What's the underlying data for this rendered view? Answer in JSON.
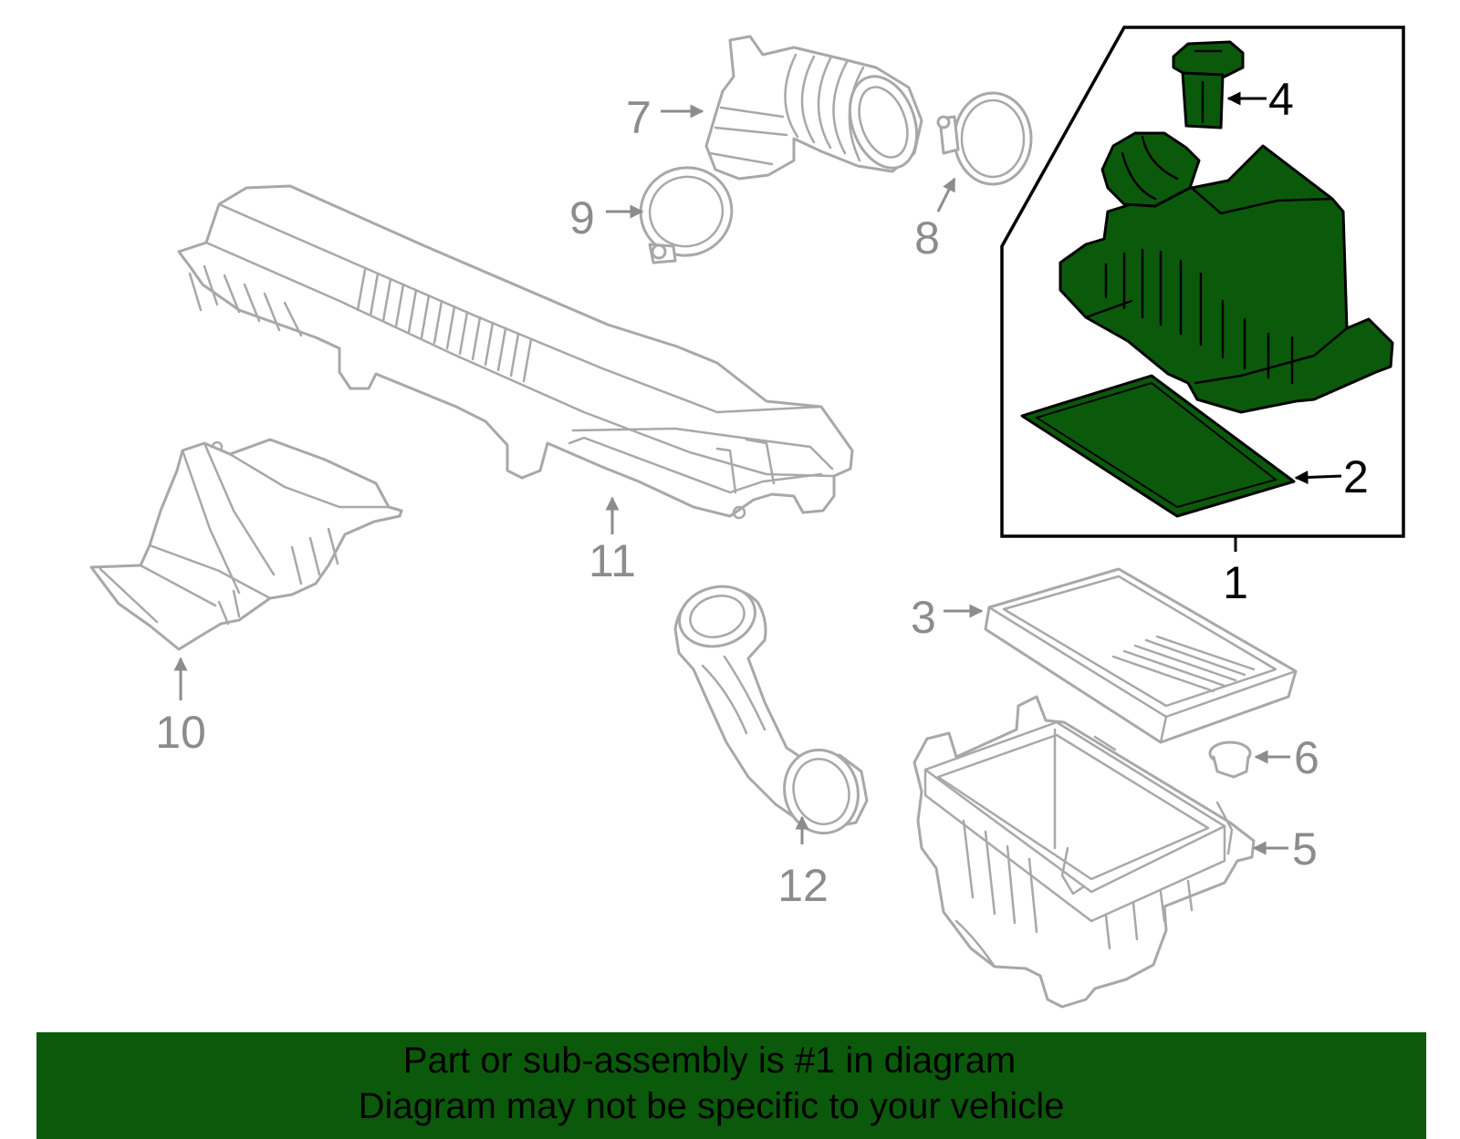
{
  "callouts": {
    "c1": "1",
    "c2": "2",
    "c3": "3",
    "c4": "4",
    "c5": "5",
    "c6": "6",
    "c7": "7",
    "c8": "8",
    "c9": "9",
    "c10": "10",
    "c11": "11",
    "c12": "12"
  },
  "banner": {
    "line1": "Part or sub-assembly is #1 in diagram",
    "line2": "Diagram may not be specific to your vehicle"
  },
  "colors": {
    "highlight_green": "#0b5a0b",
    "part_outline_gray": "#a8a8a8",
    "callout_gray": "#8c8c8c",
    "callout_black": "#000000"
  }
}
